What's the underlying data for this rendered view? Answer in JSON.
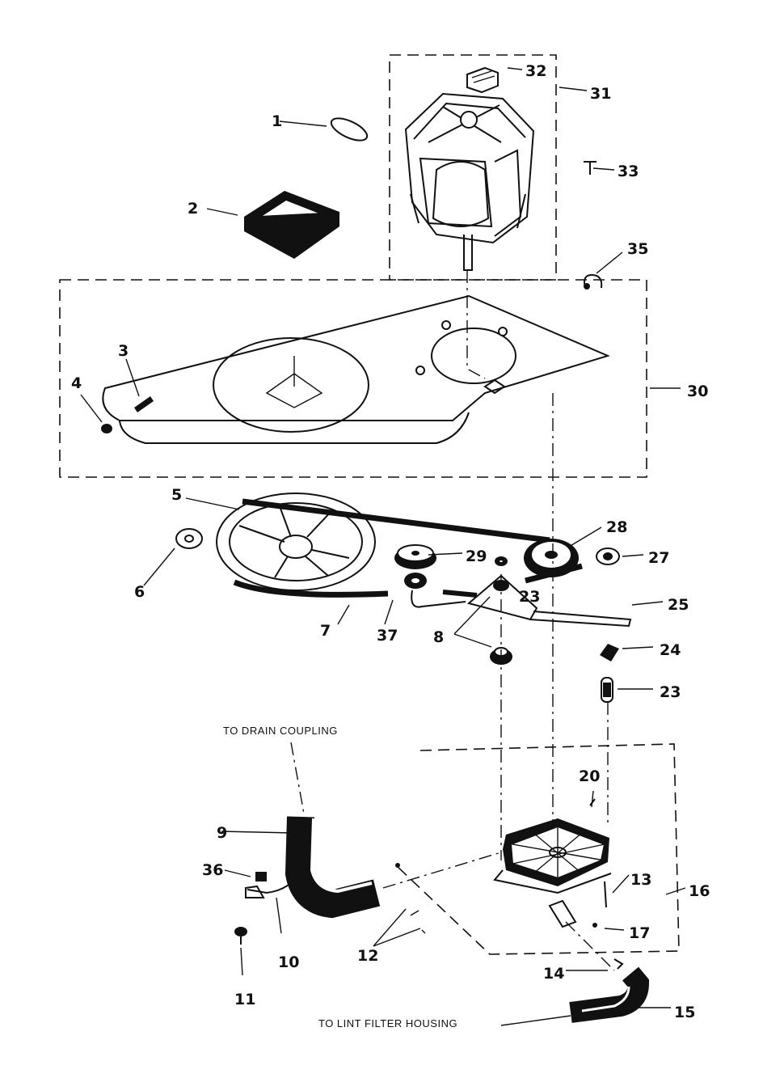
{
  "diagram": {
    "callouts": {
      "drain": "TO DRAIN COUPLING",
      "lint": "TO LINT FILTER HOUSING"
    },
    "part_numbers": [
      "1",
      "2",
      "3",
      "4",
      "5",
      "6",
      "7",
      "8",
      "9",
      "10",
      "11",
      "12",
      "13",
      "14",
      "15",
      "16",
      "17",
      "20",
      "23",
      "23",
      "24",
      "25",
      "27",
      "28",
      "29",
      "30",
      "31",
      "32",
      "33",
      "35",
      "36",
      "37"
    ]
  }
}
